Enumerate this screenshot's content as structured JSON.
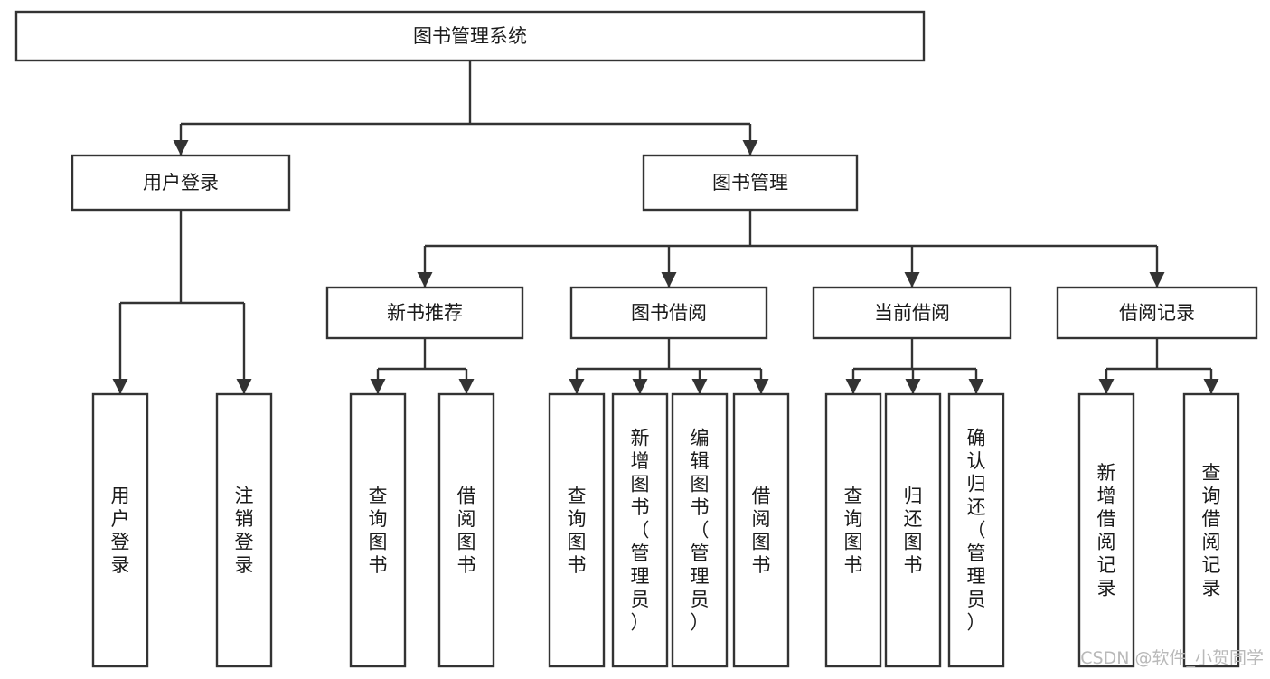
{
  "diagram": {
    "type": "tree-hierarchy",
    "title": "图书管理系统",
    "root": {
      "id": "root",
      "label": "图书管理系统",
      "orientation": "horizontal"
    },
    "level2": [
      {
        "id": "user-login",
        "label": "用户登录",
        "orientation": "horizontal"
      },
      {
        "id": "book-manage",
        "label": "图书管理",
        "orientation": "horizontal"
      }
    ],
    "level3": [
      {
        "id": "new-book-recommend",
        "label": "新书推荐",
        "orientation": "horizontal"
      },
      {
        "id": "book-borrow",
        "label": "图书借阅",
        "orientation": "horizontal"
      },
      {
        "id": "current-borrow",
        "label": "当前借阅",
        "orientation": "horizontal"
      },
      {
        "id": "borrow-record",
        "label": "借阅记录",
        "orientation": "horizontal"
      }
    ],
    "leaves": {
      "user-login": [
        {
          "id": "leaf-user-login",
          "label": "用户登录",
          "orientation": "vertical"
        },
        {
          "id": "leaf-user-logout",
          "label": "注销登录",
          "orientation": "vertical"
        }
      ],
      "new-book-recommend": [
        {
          "id": "leaf-query-book-1",
          "label": "查询图书",
          "orientation": "vertical"
        },
        {
          "id": "leaf-borrow-book-1",
          "label": "借阅图书",
          "orientation": "vertical"
        }
      ],
      "book-borrow": [
        {
          "id": "leaf-query-book-2",
          "label": "查询图书",
          "orientation": "vertical"
        },
        {
          "id": "leaf-add-book-admin",
          "label": "新增图书（管理员）",
          "orientation": "vertical"
        },
        {
          "id": "leaf-edit-book-admin",
          "label": "编辑图书（管理员）",
          "orientation": "vertical"
        },
        {
          "id": "leaf-borrow-book-2",
          "label": "借阅图书",
          "orientation": "vertical"
        }
      ],
      "current-borrow": [
        {
          "id": "leaf-query-book-3",
          "label": "查询图书",
          "orientation": "vertical"
        },
        {
          "id": "leaf-return-book",
          "label": "归还图书",
          "orientation": "vertical"
        },
        {
          "id": "leaf-confirm-return-admin",
          "label": "确认归还（管理员）",
          "orientation": "vertical"
        }
      ],
      "borrow-record": [
        {
          "id": "leaf-add-borrow-record",
          "label": "新增借阅记录",
          "orientation": "vertical"
        },
        {
          "id": "leaf-query-borrow-record",
          "label": "查询借阅记录",
          "orientation": "vertical"
        }
      ]
    },
    "colors": {
      "box_stroke": "#333333",
      "box_fill": "#ffffff",
      "text": "#1a1a1a",
      "connector": "#333333",
      "watermark": "#b9b9b9",
      "background": "#ffffff"
    }
  },
  "watermark": {
    "label": "CSDN @软件_小贺同学"
  }
}
